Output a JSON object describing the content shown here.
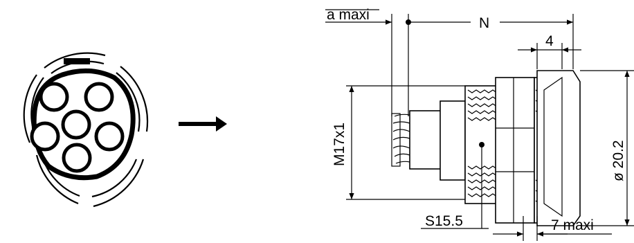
{
  "labels": {
    "a_max": "a maxi",
    "n": "N",
    "four": "4",
    "thread": "M17x1",
    "diameter": "ø 20.2",
    "wrench": "S15.5",
    "max7": "7 maxi"
  },
  "colors": {
    "line": "#000000",
    "background": "#ffffff"
  },
  "icons": {
    "arrow": "right-arrow-icon"
  },
  "connector": {
    "contact_count": 6
  }
}
